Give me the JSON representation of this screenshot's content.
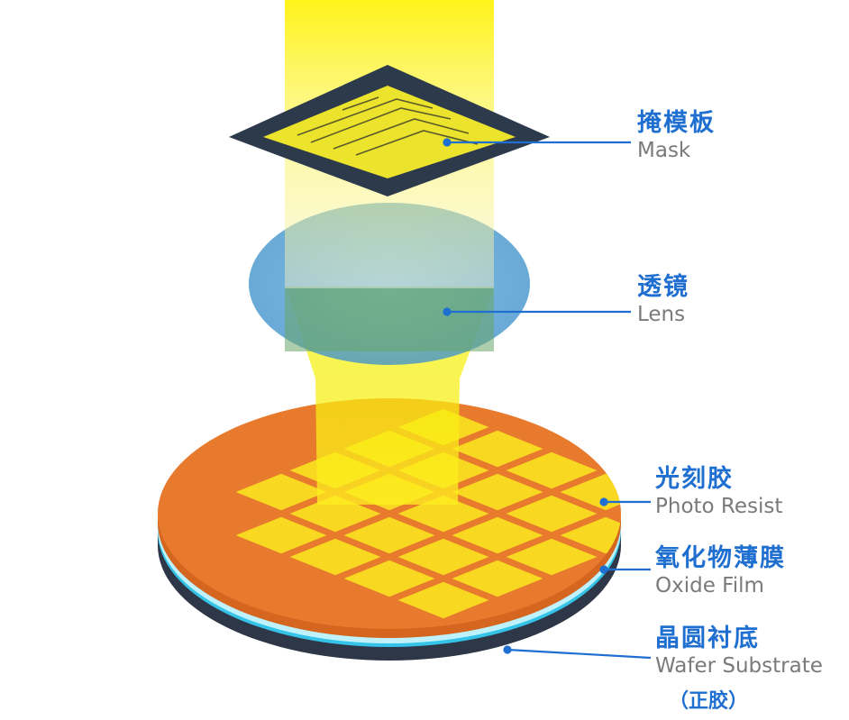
{
  "labels": {
    "mask": {
      "zh": "掩模板",
      "en": "Mask"
    },
    "lens": {
      "zh": "透镜",
      "en": "Lens"
    },
    "resist": {
      "zh": "光刻胶",
      "en": "Photo Resist"
    },
    "oxide": {
      "zh": "氧化物薄膜",
      "en": "Oxide Film"
    },
    "substrate": {
      "zh": "晶圆衬底",
      "en": "Wafer Substrate"
    }
  },
  "note": "（正胶）",
  "colors": {
    "light_beam": "#f6f000",
    "mask_frame": "#2d3a4c",
    "lens": "#4a9fd6",
    "resist": "#e87a2e",
    "exposed_die": "#f8d820",
    "oxide": "#36c3e8",
    "substrate": "#2e3748",
    "leader_line": "#1f6fd0"
  }
}
